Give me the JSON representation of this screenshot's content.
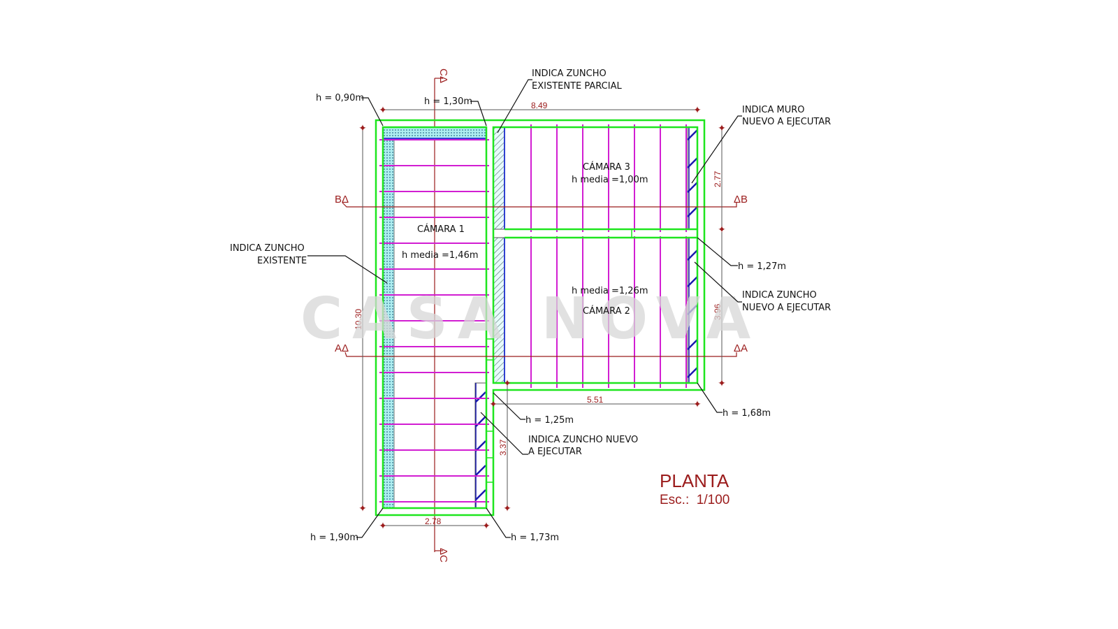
{
  "drawing": {
    "title": "PLANTA",
    "scale": "Esc.:  1/100",
    "watermark": "CASA NOVA",
    "rooms": [
      {
        "name": "CÁMARA 1",
        "height": "h media =1,46m"
      },
      {
        "name": "CÁMARA 2",
        "height": "h media =1,26m"
      },
      {
        "name": "CÁMARA 3",
        "height": "h media =1,00m"
      }
    ],
    "dimensions": {
      "top": "8.49",
      "left": "10.30",
      "right_upper": "2.77",
      "right_lower": "3.96",
      "middle": "5.51",
      "inner_vertical": "3.37",
      "bottom": "2.78"
    },
    "sections": {
      "b_left": "BΔ",
      "b_right": "ΔB",
      "a_left": "AΔ",
      "a_right": "ΔA",
      "c_top": "CΔ",
      "c_bottom": "ΔC"
    },
    "heights": [
      "h = 0,90m",
      "h = 1,30m",
      "h = 1,27m",
      "h = 1,68m",
      "h = 1,25m",
      "h = 1,90m",
      "h = 1,73m"
    ],
    "notes": {
      "zuncho_parcial": [
        "INDICA ZUNCHO",
        "EXISTENTE PARCIAL"
      ],
      "muro_nuevo": [
        "INDICA MURO",
        "NUEVO A EJECUTAR"
      ],
      "zuncho_existente": [
        "INDICA ZUNCHO",
        "EXISTENTE"
      ],
      "zuncho_nuevo_right": [
        "INDICA ZUNCHO",
        "NUEVO A EJECUTAR"
      ],
      "zuncho_nuevo_bottom": [
        "INDICA ZUNCHO NUEVO",
        "A EJECUTAR"
      ]
    }
  }
}
